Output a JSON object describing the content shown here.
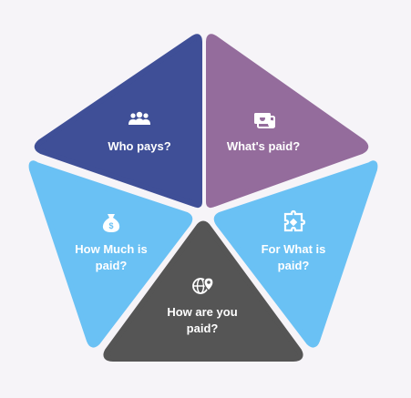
{
  "segments": [
    {
      "key": "who",
      "label": [
        "Who pays?"
      ],
      "icon": "people-group-icon",
      "color": "#3f4f97"
    },
    {
      "key": "what",
      "label": [
        "What's paid?"
      ],
      "icon": "money-bill-icon",
      "color": "#946c9c"
    },
    {
      "key": "how_much",
      "label": [
        "How Much is",
        "paid?"
      ],
      "icon": "money-bag-icon",
      "color": "#6ac1f4"
    },
    {
      "key": "for_what",
      "label": [
        "For What is",
        "paid?"
      ],
      "icon": "puzzle-icon",
      "color": "#6ac1f4"
    },
    {
      "key": "how",
      "label": [
        "How are you",
        "paid?"
      ],
      "icon": "globe-location-icon",
      "color": "#555555"
    }
  ]
}
